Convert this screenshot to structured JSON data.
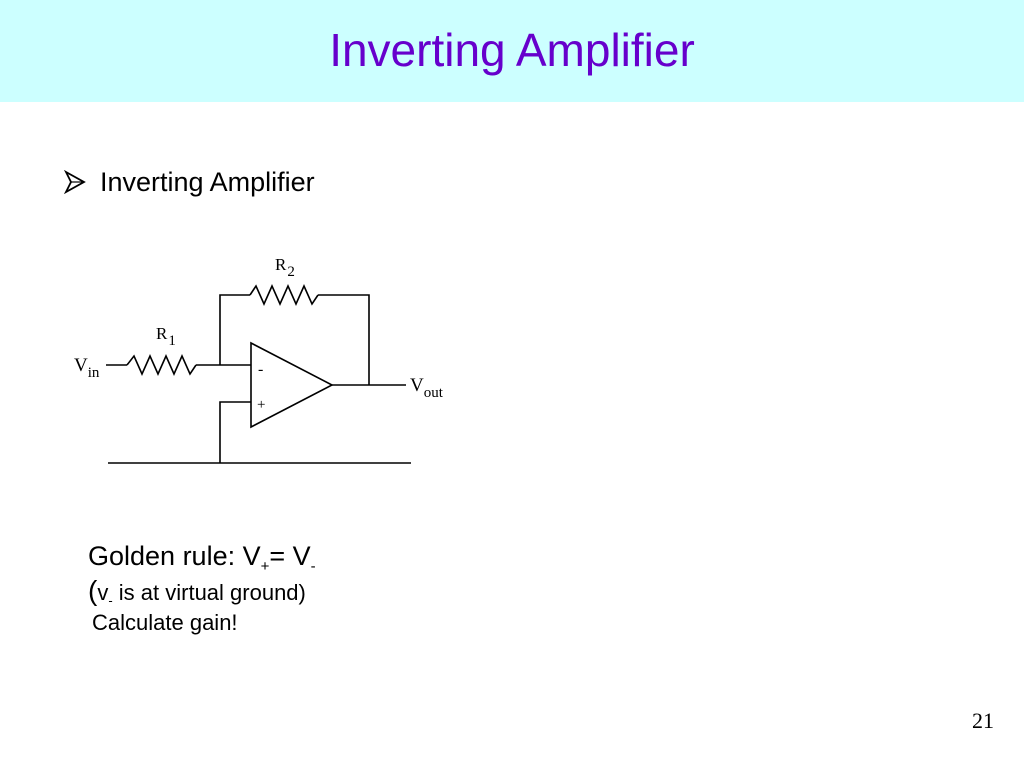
{
  "slide": {
    "title": "Inverting Amplifier",
    "bullet": {
      "text": "Inverting Amplifier",
      "marker_icon": "arrowhead-bullet-icon"
    },
    "circuit": {
      "labels": {
        "r2_letter": "R",
        "r2_sub": "2",
        "r1_letter": "R",
        "r1_sub": "1",
        "vin_letter": "V",
        "vin_sub": "in",
        "vout_letter": "V",
        "vout_sub": "out",
        "minus_input": "-",
        "plus_input": "+"
      }
    },
    "notes": {
      "golden_prefix": "Golden rule: V",
      "golden_sub_plus": "+",
      "golden_mid": "= V",
      "golden_sub_minus": "-",
      "virtual_open": "(",
      "virtual_v": "v",
      "virtual_sub": "-",
      "virtual_rest": " is at virtual ground)",
      "calculate": "Calculate gain!"
    },
    "page_number": "21",
    "colors": {
      "title_band": "#ccffff",
      "title_text": "#6600cc",
      "text": "#000000"
    }
  }
}
